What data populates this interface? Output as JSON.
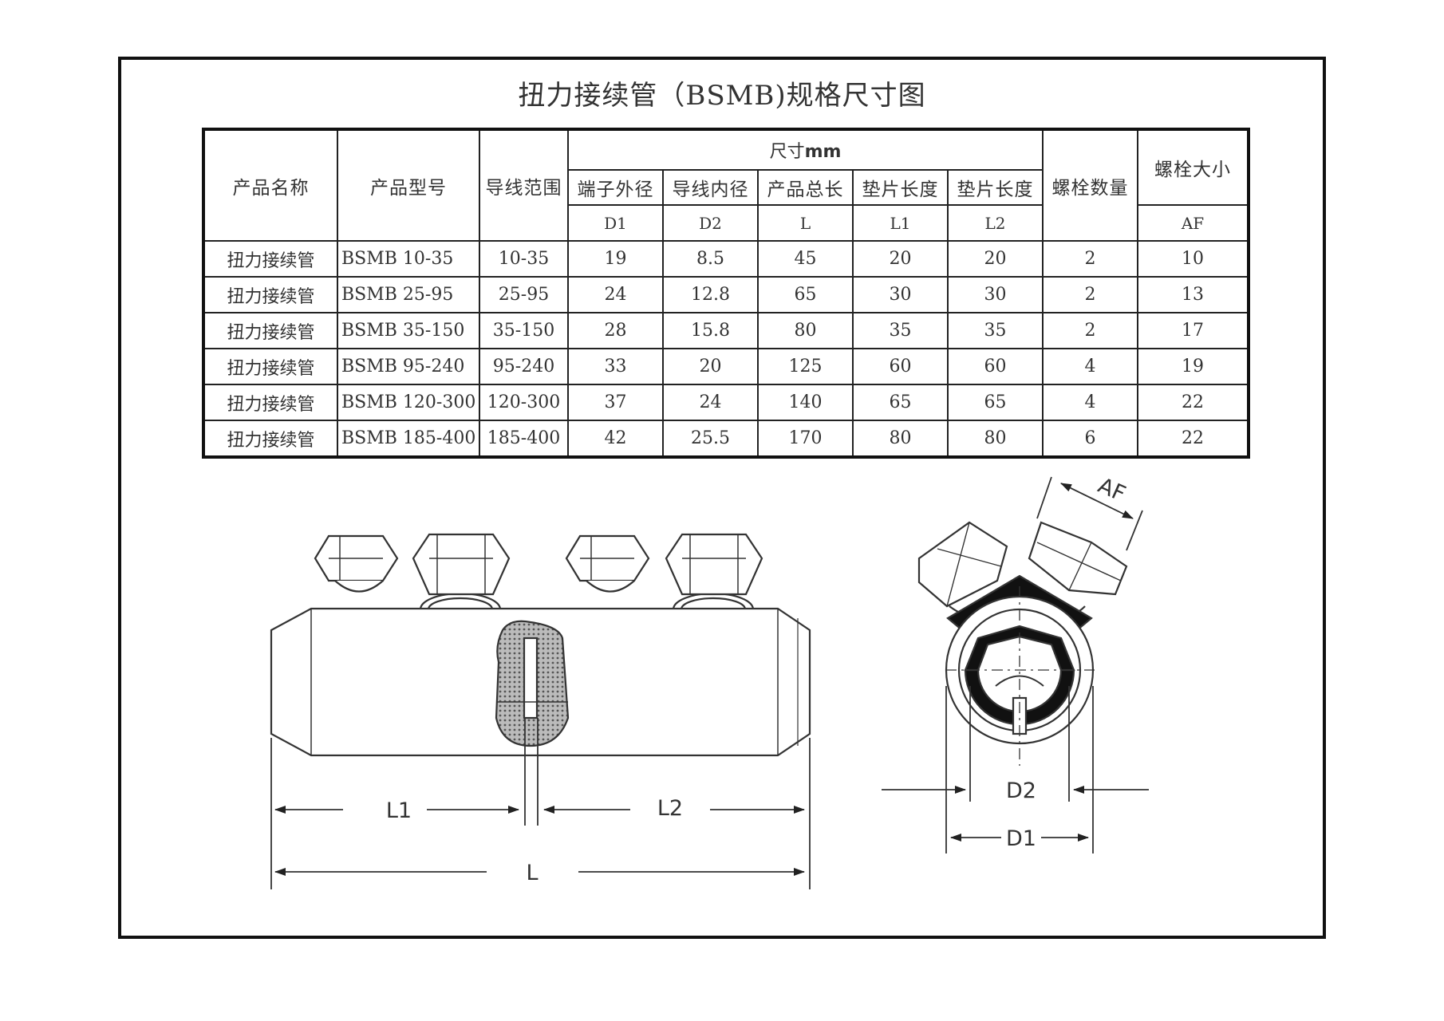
{
  "title": "扭力接续管（BSMB)规格尺寸图",
  "table": {
    "headers": {
      "name": "产品名称",
      "model": "产品型号",
      "range": "导线范围",
      "size_group_prefix": "尺寸",
      "size_group_unit": "mm",
      "bolt_count": "螺栓数量",
      "bolt_size": "螺栓大小",
      "subheaders": [
        "端子外径",
        "导线内径",
        "产品总长",
        "垫片长度",
        "垫片长度"
      ],
      "symbols": [
        "D1",
        "D2",
        "L",
        "L1",
        "L2"
      ],
      "bolt_symbol": "AF"
    },
    "rows": [
      {
        "name": "扭力接续管",
        "model": "BSMB 10-35",
        "range": "10-35",
        "d1": "19",
        "d2": "8.5",
        "l": "45",
        "l1": "20",
        "l2": "20",
        "bolts": "2",
        "af": "10"
      },
      {
        "name": "扭力接续管",
        "model": "BSMB 25-95",
        "range": "25-95",
        "d1": "24",
        "d2": "12.8",
        "l": "65",
        "l1": "30",
        "l2": "30",
        "bolts": "2",
        "af": "13"
      },
      {
        "name": "扭力接续管",
        "model": "BSMB 35-150",
        "range": "35-150",
        "d1": "28",
        "d2": "15.8",
        "l": "80",
        "l1": "35",
        "l2": "35",
        "bolts": "2",
        "af": "17"
      },
      {
        "name": "扭力接续管",
        "model": "BSMB 95-240",
        "range": "95-240",
        "d1": "33",
        "d2": "20",
        "l": "125",
        "l1": "60",
        "l2": "60",
        "bolts": "4",
        "af": "19"
      },
      {
        "name": "扭力接续管",
        "model": "BSMB 120-300",
        "range": "120-300",
        "d1": "37",
        "d2": "24",
        "l": "140",
        "l1": "65",
        "l2": "65",
        "bolts": "4",
        "af": "22"
      },
      {
        "name": "扭力接续管",
        "model": "BSMB 185-400",
        "range": "185-400",
        "d1": "42",
        "d2": "25.5",
        "l": "170",
        "l1": "80",
        "l2": "80",
        "bolts": "6",
        "af": "22"
      }
    ]
  },
  "drawing_labels": {
    "l1": "L1",
    "l2": "L2",
    "l": "L",
    "d1": "D1",
    "d2": "D2",
    "af": "AF"
  }
}
